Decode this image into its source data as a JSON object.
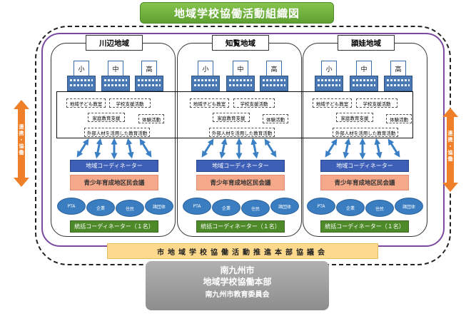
{
  "title": "地域学校協働活動組織図",
  "regions": [
    {
      "name": "川辺地域",
      "schools": [
        "小",
        "中",
        "高"
      ],
      "activities": [
        "地域子ども教室",
        "学校支援活動",
        "家庭教育支援",
        "体験活動",
        "外部人材を活用した教育活動"
      ],
      "coordinator": "地域コーディネーター",
      "council": "青少年育成地区民会議",
      "orgs": [
        "PTA",
        "企業",
        "住民",
        "諸団体"
      ],
      "general": "統括コーディネーター（１名）"
    },
    {
      "name": "知覧地域",
      "schools": [
        "小",
        "中",
        "高"
      ],
      "activities": [
        "地域子ども教室",
        "学校支援活動",
        "家庭教育支援",
        "体験活動",
        "外部人材を活用した教育活動"
      ],
      "coordinator": "地域コーディネーター",
      "council": "青少年育成地区民会議",
      "orgs": [
        "PTA",
        "企業",
        "住民",
        "諸団体"
      ],
      "general": "統括コーディネーター（１名）"
    },
    {
      "name": "頴娃地域",
      "schools": [
        "小",
        "中",
        "高"
      ],
      "activities": [
        "地域子ども教室",
        "学校支援活動",
        "家庭教育支援",
        "体験活動",
        "外部人材を活用した教育活動"
      ],
      "coordinator": "地域コーディネーター",
      "council": "青少年育成地区民会議",
      "orgs": [
        "PTA",
        "企業",
        "住民",
        "諸団体"
      ],
      "general": "統括コーディネーター（１名）"
    }
  ],
  "promotion_council": "市地域学校協働活動推進本部協議会",
  "headquarters": {
    "line1": "南九州市",
    "line2": "地域学校協働本部",
    "line3": "南九州市教育委員会"
  },
  "side_label": "連携・協働",
  "colors": {
    "title_green": "#6fb23e",
    "coordinator_blue": "#3d5fb7",
    "council_salmon": "#f5a98a",
    "general_green": "#4f8a2a",
    "promotion_yellow": "#fcd98c",
    "hq_gray": "#9e9e9e",
    "side_orange": "#f07f2a",
    "frame_purple": "#7b4aa0"
  }
}
